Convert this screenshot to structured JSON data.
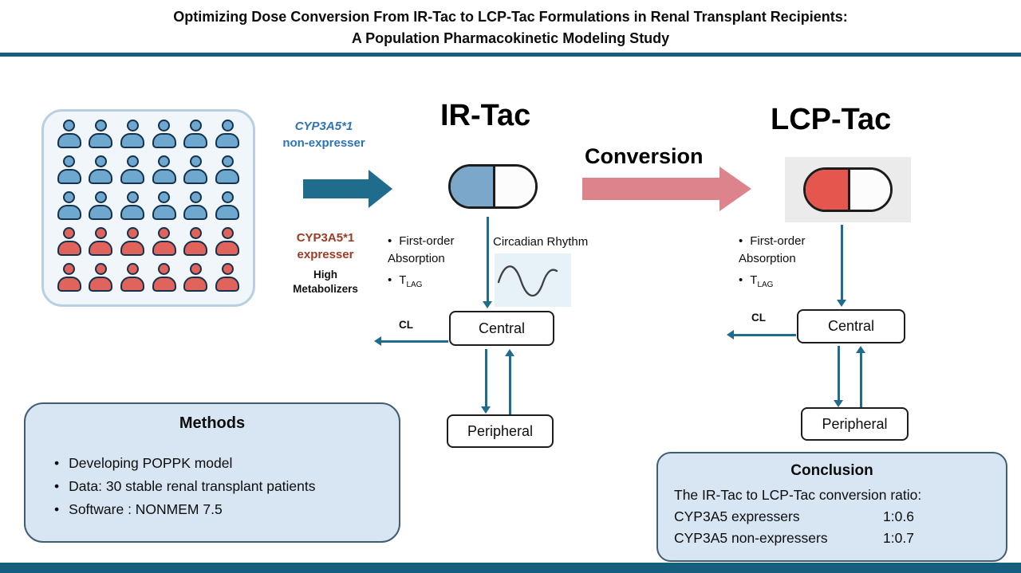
{
  "title": {
    "line1": "Optimizing Dose Conversion From IR-Tac to LCP-Tac Formulations in Renal Transplant Recipients:",
    "line2": "A Population Pharmacokinetic Modeling Study"
  },
  "colors": {
    "teal": "#1f6c8c",
    "teal_dark": "#155e7d",
    "pink": "#dd838b",
    "blue_person": "#6fa8cf",
    "red_person": "#e0645c",
    "capsule_blue": "#7ba7cb",
    "capsule_red": "#e4564e",
    "panel_fill": "#d8e5f3",
    "panel_border": "#3f5d73",
    "cyp_blue": "#2e74b5",
    "cyp_red": "#9e3a23"
  },
  "population": {
    "rows": 5,
    "cols": 6,
    "row_colors": [
      "blue",
      "blue",
      "blue",
      "red",
      "red"
    ]
  },
  "labels": {
    "cyp_nonexpresser": {
      "gene": "CYP3A5*1",
      "status": "non-expresser"
    },
    "cyp_expresser": {
      "gene": "CYP3A5*1",
      "status": "expresser",
      "note": "High Metabolizers"
    },
    "ir_tac": "IR-Tac",
    "conversion": "Conversion",
    "lcp_tac": "LCP-Tac",
    "absorption": "First-order Absorption",
    "tlag_base": "T",
    "tlag_sub": "LAG",
    "circadian": "Circadian Rhythm",
    "cl": "CL",
    "central": "Central",
    "peripheral": "Peripheral"
  },
  "methods": {
    "title": "Methods",
    "items": [
      "Developing POPPK model",
      "Data: 30 stable renal transplant patients",
      "Software : NONMEM 7.5"
    ]
  },
  "conclusion": {
    "title": "Conclusion",
    "intro": "The IR-Tac to LCP-Tac conversion ratio:",
    "rows": [
      {
        "label": "CYP3A5 expressers",
        "ratio": "1:0.6"
      },
      {
        "label": "CYP3A5 non-expressers",
        "ratio": "1:0.7"
      }
    ]
  }
}
